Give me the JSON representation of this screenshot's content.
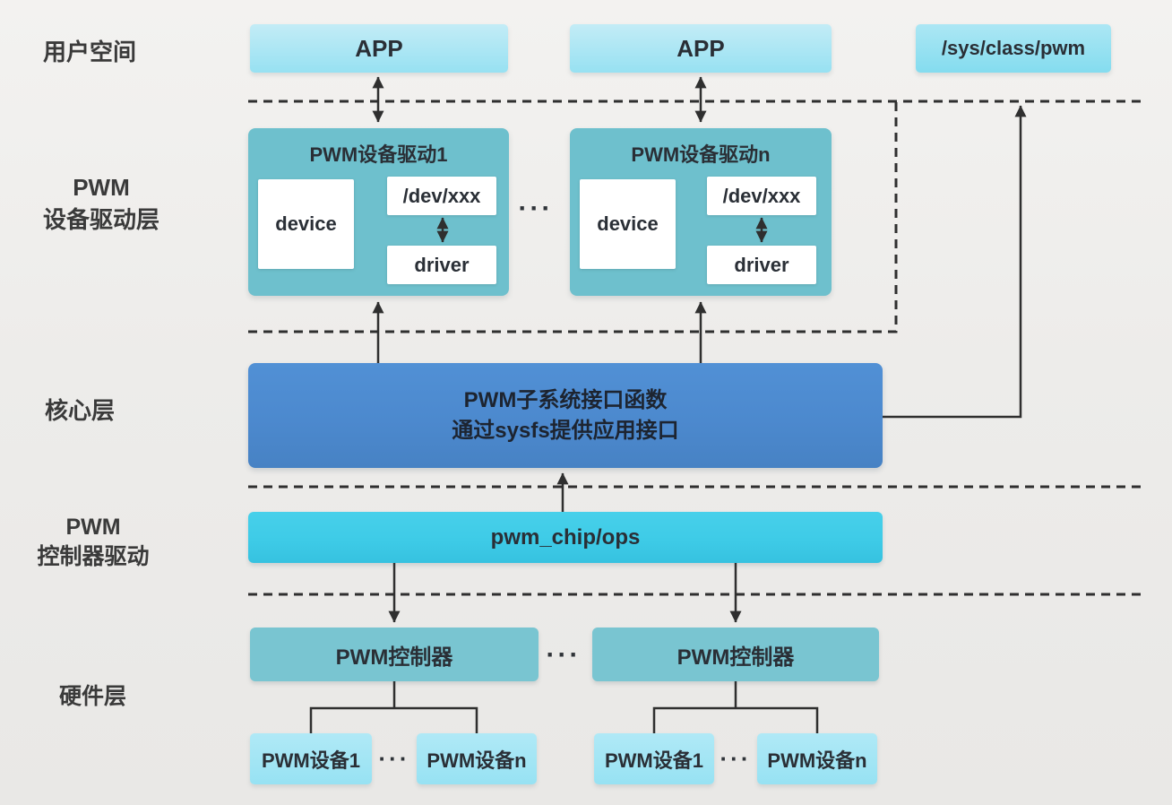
{
  "layer_labels": {
    "user_space": "用户空间",
    "device_driver_line1": "PWM",
    "device_driver_line2": "设备驱动层",
    "core": "核心层",
    "controller_line1": "PWM",
    "controller_line2": "控制器驱动",
    "hardware": "硬件层"
  },
  "user_space": {
    "app1": "APP",
    "app2": "APP",
    "sysfs_path": "/sys/class/pwm"
  },
  "device_driver_layer": {
    "blocks": [
      {
        "title": "PWM设备驱动1",
        "device": "device",
        "dev_node": "/dev/xxx",
        "driver": "driver"
      },
      {
        "title": "PWM设备驱动n",
        "device": "device",
        "dev_node": "/dev/xxx",
        "driver": "driver"
      }
    ],
    "ellipsis": "···"
  },
  "core_layer": {
    "line1": "PWM子系统接口函数",
    "line2": "通过sysfs提供应用接口"
  },
  "controller_driver_layer": {
    "chip_ops": "pwm_chip/ops"
  },
  "hardware_layer": {
    "controllers": [
      {
        "label": "PWM控制器"
      },
      {
        "label": "PWM控制器"
      }
    ],
    "controller_ellipsis": "···",
    "device_groups": [
      {
        "first": "PWM设备1",
        "ellipsis": "···",
        "last": "PWM设备n"
      },
      {
        "first": "PWM设备1",
        "ellipsis": "···",
        "last": "PWM设备n"
      }
    ]
  },
  "colors": {
    "app_box_top": "#c3ecf6",
    "app_box_bottom": "#97e1f2",
    "sysfs_box_top": "#ace7f4",
    "sysfs_box_bottom": "#84dcef",
    "driver_container": "#6ec0cd",
    "inner_box": "#ffffff",
    "core_box": "#4c89ce",
    "chip_ops_box": "#3ecbe7",
    "controller_box": "#79c5d1",
    "device_box": "#97e2f3",
    "line": "#2f2f2f",
    "text_dark": "#2a2f36",
    "label_text": "#3a3a3a"
  }
}
